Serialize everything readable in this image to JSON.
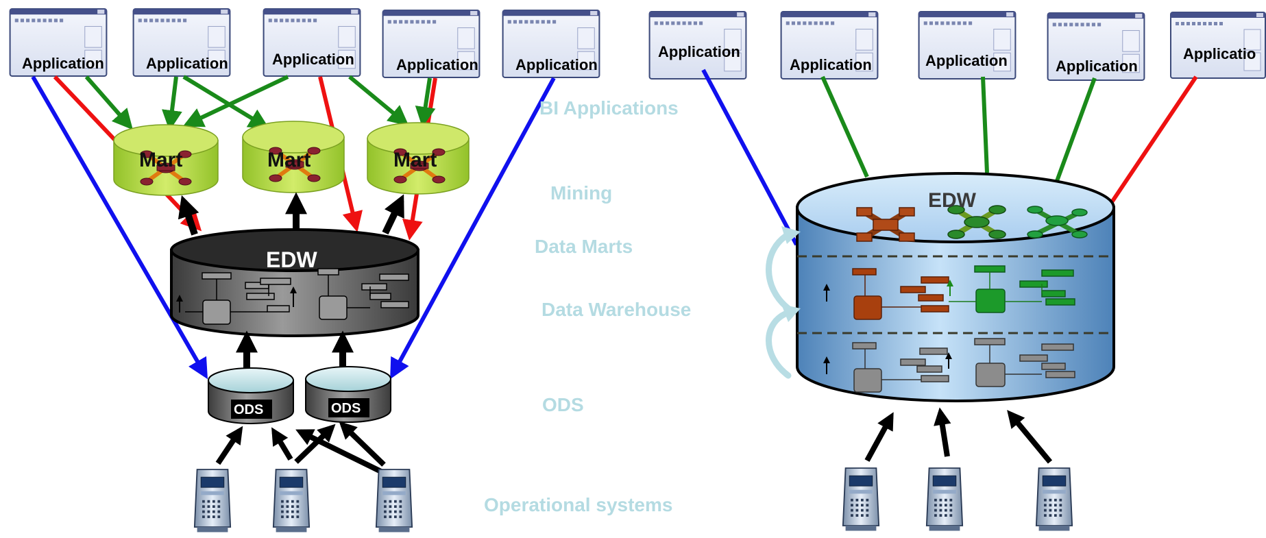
{
  "applications_left": [
    "Application",
    "Application",
    "Application",
    "Application",
    "Application"
  ],
  "applications_right": [
    "Application",
    "Application",
    "Application",
    "Application",
    "Applicatio"
  ],
  "marts": [
    "Mart",
    "Mart",
    "Mart"
  ],
  "edw_left": "EDW",
  "edw_right": "EDW",
  "ods": [
    "ODS",
    "ODS"
  ],
  "layers": {
    "bi_applications": "BI Applications",
    "mining": "Mining",
    "data_marts": "Data Marts",
    "data_warehouse": "Data Warehouse",
    "ods": "ODS",
    "operational_systems": "Operational systems"
  },
  "colors": {
    "arrow_blue": "#1010ee",
    "arrow_red": "#ee1111",
    "arrow_green": "#1a8a1a",
    "arrow_black": "#000000",
    "mart_green": "#b5d93a",
    "edw_gray": "#555555",
    "edw_blue": "#8fbde8",
    "layer_text": "#b4dbe2"
  }
}
